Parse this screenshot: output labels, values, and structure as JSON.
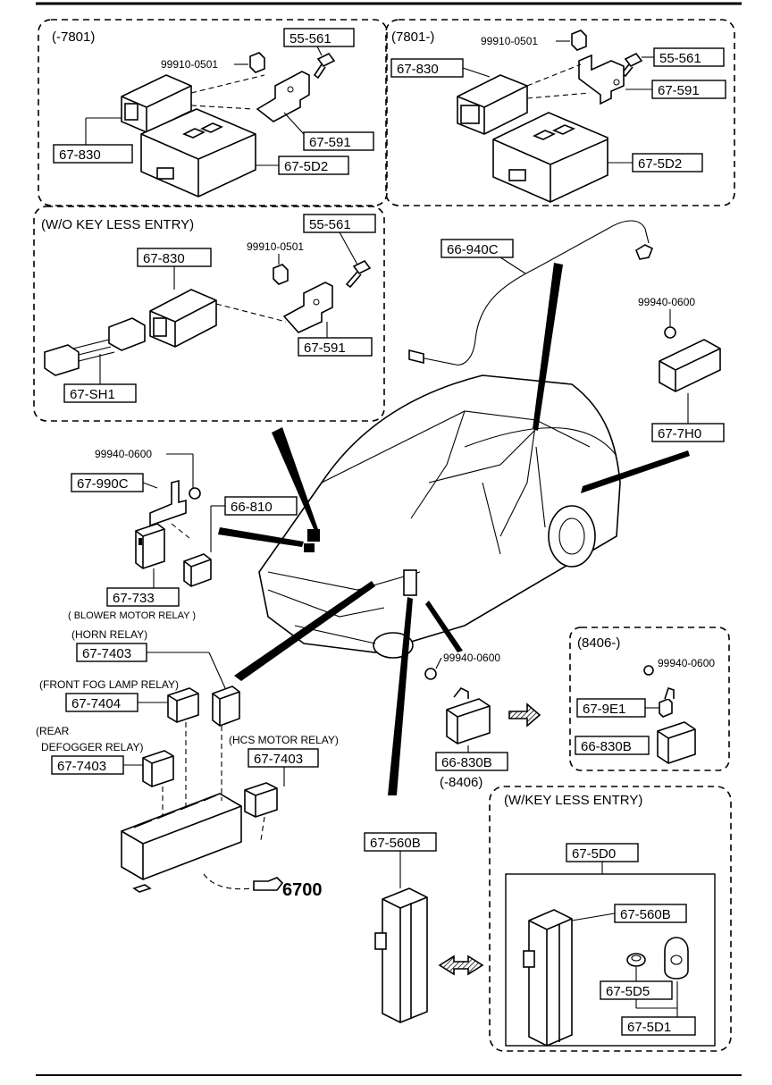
{
  "groups": {
    "to_7801": "(-7801)",
    "from_7801": "(7801-)",
    "wo_keyless": "(W/O KEY LESS ENTRY)",
    "from_8406": "(8406-)",
    "w_keyless": "(W/KEY LESS ENTRY)"
  },
  "parts": {
    "p55_561_a": "55-561",
    "p99910_a": "99910-0501",
    "p67_830_a": "67-830",
    "p67_591_a": "67-591",
    "p67_5d2_a": "67-5D2",
    "p99910_b": "99910-0501",
    "p55_561_b": "55-561",
    "p67_830_b": "67-830",
    "p67_591_b": "67-591",
    "p67_5d2_b": "67-5D2",
    "p55_561_c": "55-561",
    "p99910_c": "99910-0501",
    "p67_830_c": "67-830",
    "p67_591_c": "67-591",
    "p67_sh1": "67-SH1",
    "p66_940c": "66-940C",
    "p99940_a": "99940-0600",
    "p67_7h0": "67-7H0",
    "p99940_b": "99940-0600",
    "p67_990c": "67-990C",
    "p66_810": "66-810",
    "p67_733": "67-733",
    "p67_7403_a": "67-7403",
    "p67_7404": "67-7404",
    "p67_7403_b": "67-7403",
    "p67_7403_c": "67-7403",
    "p99940_c": "99940-0600",
    "p66_830b_a": "66-830B",
    "range_8406": "(-8406)",
    "p99940_d": "99940-0600",
    "p67_9e1": "67-9E1",
    "p66_830b_b": "66-830B",
    "p67_560b_a": "67-560B",
    "p67_5d0": "67-5D0",
    "p67_560b_b": "67-560B",
    "p67_5d5": "67-5D5",
    "p67_5d1": "67-5D1"
  },
  "notes": {
    "blower": "( BLOWER MOTOR RELAY )",
    "horn": "(HORN RELAY)",
    "fog": "(FRONT FOG LAMP RELAY)",
    "rear1": "(REAR",
    "rear2": "DEFOGGER RELAY)",
    "hcs": "(HCS MOTOR RELAY)"
  },
  "reference": {
    "pointer_icon": "pointing-hand-icon",
    "group_number": "6700"
  }
}
